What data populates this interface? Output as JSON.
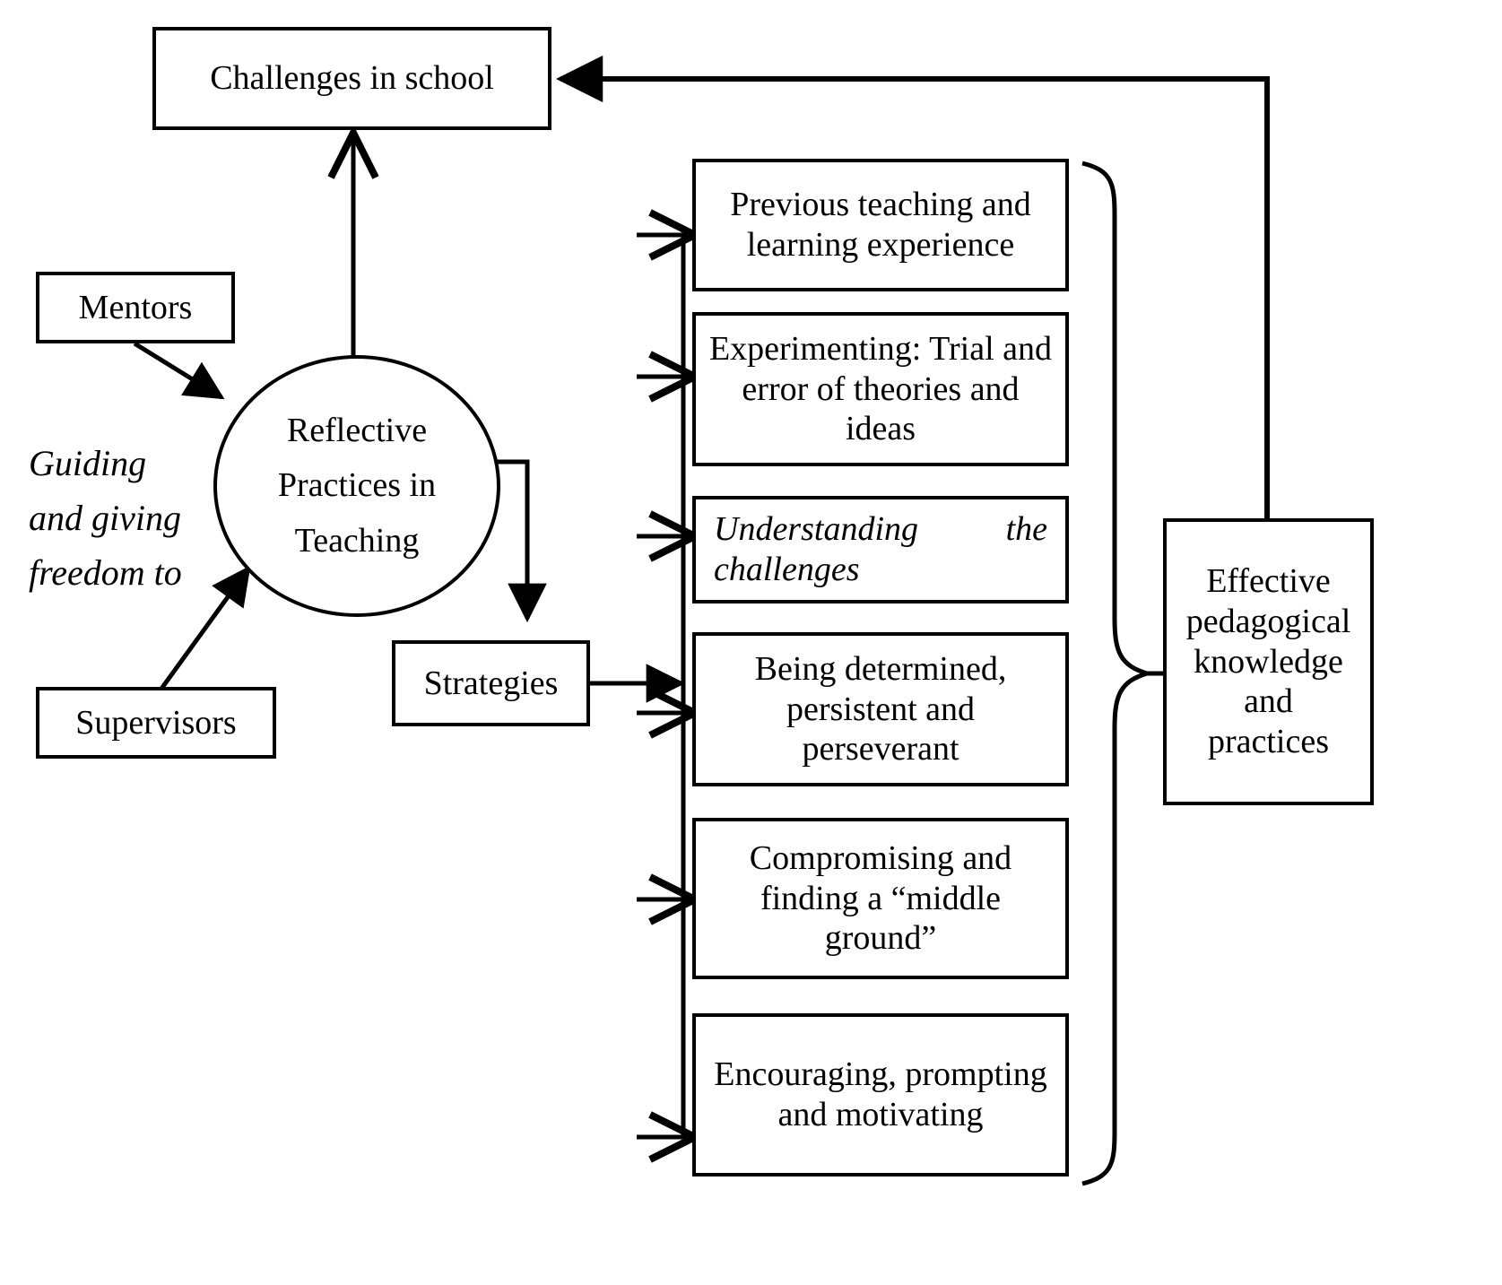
{
  "diagram": {
    "title_node": "Challenges in school",
    "center_node": "Reflective Practices in Teaching",
    "center_node_lines": [
      "Reflective",
      "Practices in",
      "Teaching"
    ],
    "left_inputs": [
      {
        "label": "Mentors"
      },
      {
        "label": "Supervisors"
      }
    ],
    "edge_annotation": "Guiding\nand giving\nfreedom to",
    "strategies_node": "Strategies",
    "strategy_items": [
      {
        "label": "Previous teaching and learning experience",
        "italic": false
      },
      {
        "label": "Experimenting: Trial and error of theories and ideas",
        "italic": false
      },
      {
        "label": "Understanding the challenges",
        "italic": true
      },
      {
        "label": "Being determined, persistent and perseverant",
        "italic": false
      },
      {
        "label": "Compromising and finding a “middle ground”",
        "italic": false
      },
      {
        "label": "Encouraging, prompting and motivating",
        "italic": false
      }
    ],
    "outcome_node": "Effective pedagogical knowledge and practices",
    "outcome_node_lines": [
      "Effective",
      "pedagogical",
      "knowledge",
      "and",
      "practices"
    ],
    "colors": {
      "stroke": "#000000",
      "background": "#ffffff",
      "text": "#000000"
    }
  }
}
